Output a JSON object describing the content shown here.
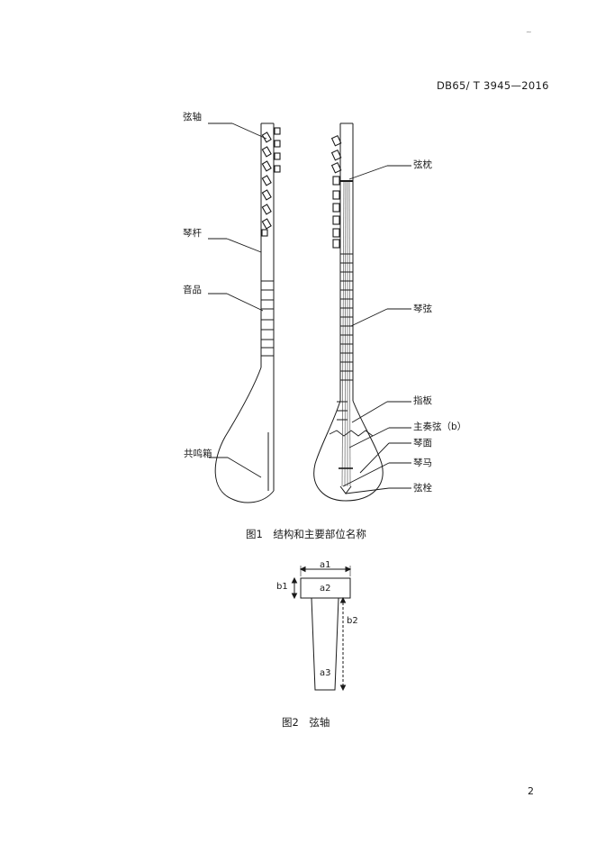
{
  "header": {
    "std_code": "DB65/ T 3945—2016"
  },
  "figure1": {
    "left_labels": [
      "弦轴",
      "琴杆",
      "音品",
      "共鸣箱"
    ],
    "right_labels": [
      "弦枕",
      "琴弦",
      "指板",
      "主奏弦（b）",
      "琴面",
      "琴马",
      "弦栓"
    ],
    "caption": "图1　结构和主要部位名称"
  },
  "figure2": {
    "dims": {
      "a1": "a1",
      "a2": "a2",
      "a3": "a3",
      "b1": "b1",
      "b2": "b2"
    },
    "caption": "图2　弦轴"
  },
  "page_number": "2"
}
